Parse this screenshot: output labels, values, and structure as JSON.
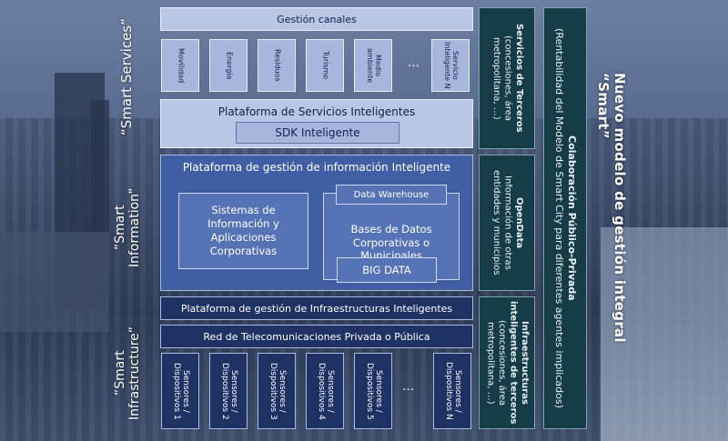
{
  "side_labels": {
    "smart_services": "“Smart Services”",
    "smart_information": "“Smart Information”",
    "smart_infrastructure": "“Smart Infrastructure”",
    "right_title": "Nuevo modelo de gestión integral “Smart”"
  },
  "services_layer": {
    "channels": "Gestión canales",
    "services": [
      "Movilidad",
      "Energía",
      "Residuos",
      "Turismo",
      "Medio ambiente",
      "Servicio Inteligente N"
    ],
    "ellipsis": "…",
    "platform": "Plataforma de Servicios Inteligentes",
    "sdk": "SDK Inteligente"
  },
  "information_layer": {
    "platform": "Plataforma de gestión de información Inteligente",
    "systems": "Sistemas de Información y Aplicaciones Corporativas",
    "data_warehouse": "Data Warehouse",
    "databases": "Bases de Datos Corporativas o Municipales",
    "big_data": "BIG DATA"
  },
  "infrastructure_layer": {
    "platform": "Plataforma de gestión de Infraestructuras Inteligentes",
    "network": "Red de Telecomunicaciones Privada o Pública",
    "sensors": [
      "Sensores / Dispositivos 1",
      "Sensores / Dispositivos 2",
      "Sensores / Dispositivos 3",
      "Sensores / Dispositivos 4",
      "Sensores / Dispositivos 5",
      "Sensores / Dispositivos N"
    ],
    "ellipsis": "…"
  },
  "third_parties": {
    "services": {
      "title": "Servicios de Terceros",
      "body": "(concesiones, área metropolitana, …)"
    },
    "opendata": {
      "title": "OpenData",
      "body": "Información de otras entidades y municipios"
    },
    "infra": {
      "title": "Infraestructuras inteligentes de terceros",
      "body": "(concesiones, área metropolitana, …)"
    },
    "collab": {
      "title": "Colaboración Público-Privada",
      "body": "(Rentabilidad del Modelo de Smart City para diferentes agentes implicados)"
    }
  }
}
